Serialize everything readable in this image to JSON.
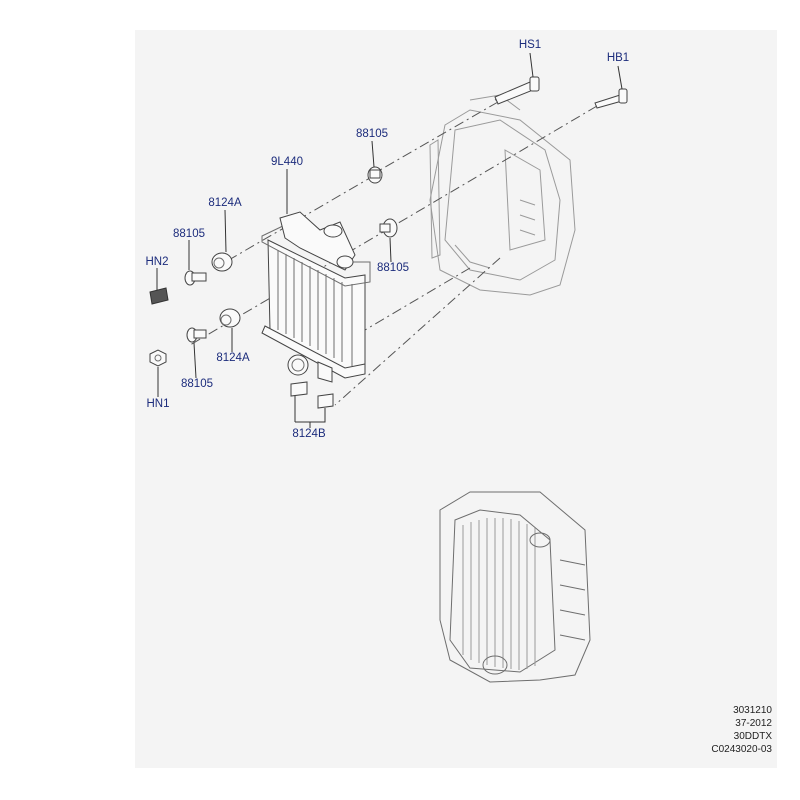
{
  "callouts": {
    "hs1": "HS1",
    "hb1": "HB1",
    "c88105_top": "88105",
    "c9l440": "9L440",
    "c8124a_top": "8124A",
    "c88105_left": "88105",
    "c88105_right": "88105",
    "hn2": "HN2",
    "c8124a_bottom": "8124A",
    "c88105_bottom": "88105",
    "hn1": "HN1",
    "c8124b": "8124B"
  },
  "reference": {
    "line1": "3031210",
    "line2": "37-2012",
    "line3": "30DDTX",
    "line4": "C0243020-03"
  }
}
